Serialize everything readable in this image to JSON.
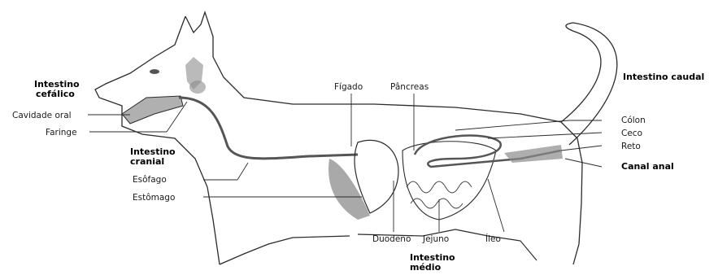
{
  "labels": {
    "intestino_cefalico": [
      "Intestino",
      "cefálico"
    ],
    "cavidade_oral": "Cavidade oral",
    "faringe": "Faringe",
    "intestino_cranial": [
      "Intestino",
      "cranial"
    ],
    "esofago": "Esôfago",
    "estomago": "Estômago",
    "figado": "Fígado",
    "pancreas": "Pâncreas",
    "intestino_caudal": "Intestino caudal",
    "colon": "Cólon",
    "ceco": "Ceco",
    "reto": "Reto",
    "canal_anal": "Canal anal",
    "duodeno": "Duodeno",
    "jejuno": "Jejuno",
    "ileo": "Íleo",
    "intestino_medio": [
      "Intestino",
      "médio"
    ]
  },
  "colors": {
    "outline": "#2b2b2b",
    "organ_shade": "#8c8c8c",
    "tube": "#555555"
  }
}
